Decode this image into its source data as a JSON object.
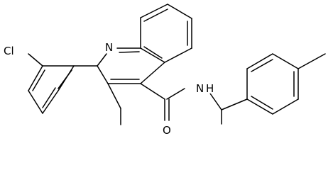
{
  "molecule": {
    "atom_labels": {
      "cl": "Cl",
      "n_ring": "N",
      "nh": "N",
      "h": "H",
      "o": "O"
    },
    "colors": {
      "bond": "#000000",
      "label": "#000000",
      "background": "#ffffff"
    }
  }
}
